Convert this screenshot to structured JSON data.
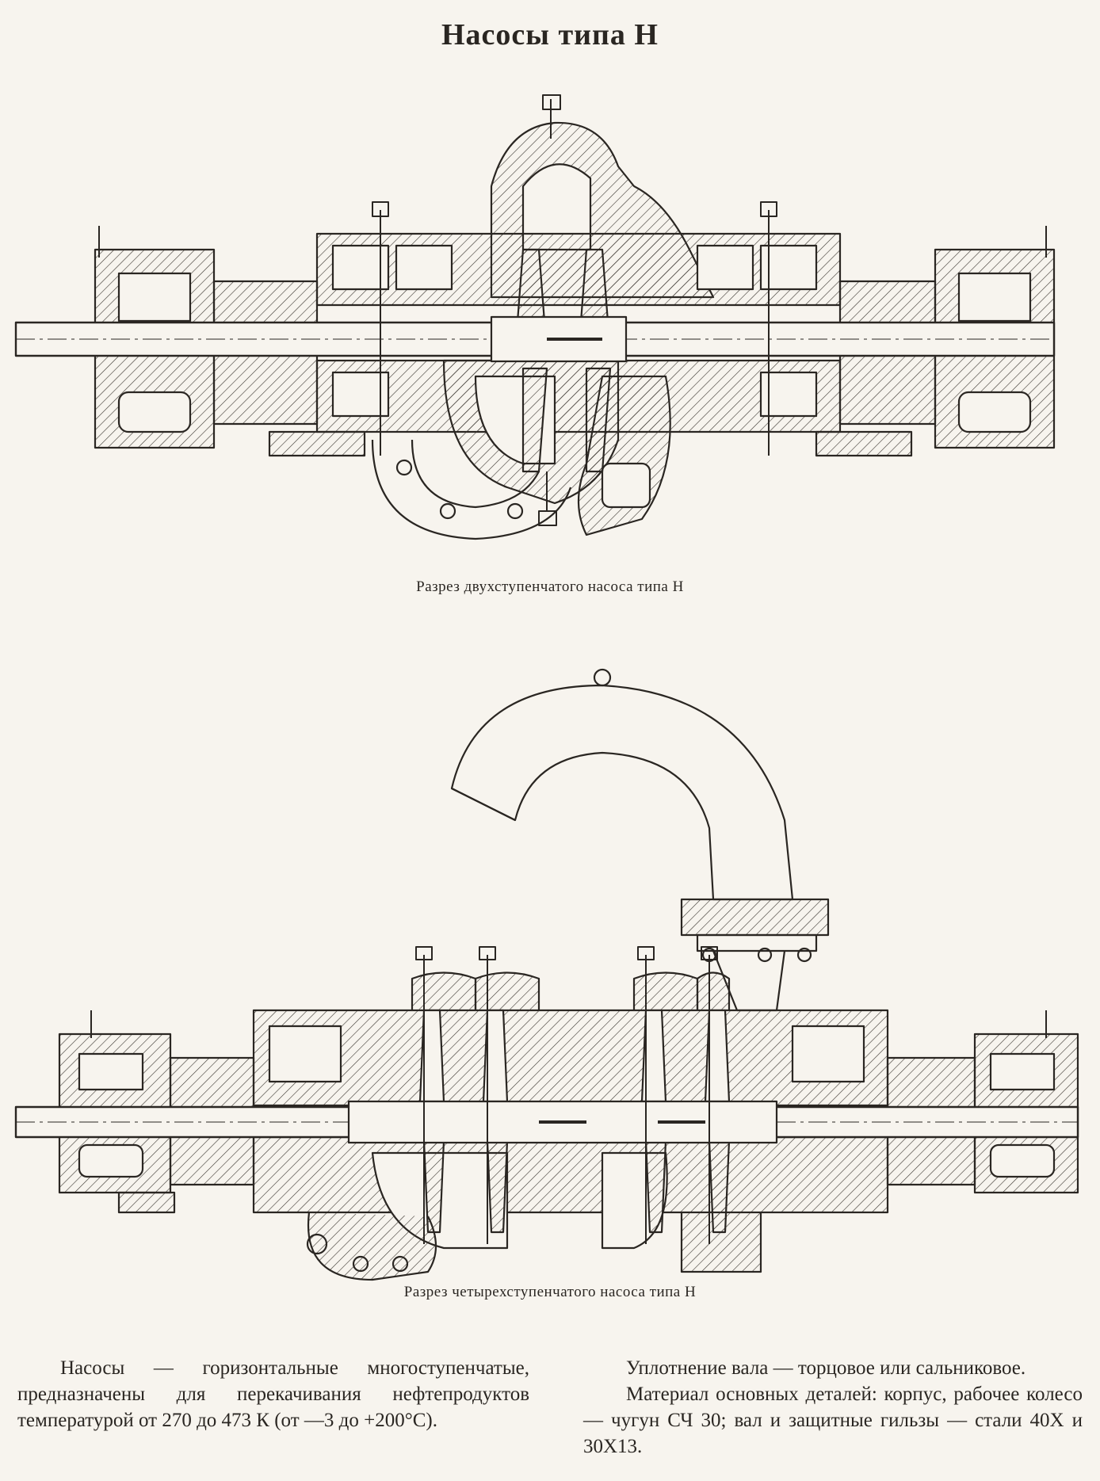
{
  "page": {
    "title": "Насосы типа Н"
  },
  "figures": [
    {
      "caption": "Разрез двухступенчатого насоса типа Н"
    },
    {
      "caption": "Разрез четырехступенчатого насоса типа Н"
    }
  ],
  "text": {
    "left_paragraph": "Насосы — горизонтальные многоступенчатые, предназначены для перекачивания нефтепродуктов температурой от 270 до 473 К (от —3 до +200°С).",
    "right_paragraph_1": "Уплотнение вала — торцовое или сальниковое.",
    "right_paragraph_2": "Материал основных деталей: корпус, рабочее колесо — чугун СЧ 30; вал и защитные гильзы — стали 40Х и 30Х13."
  },
  "colors": {
    "ink": "#2a2622",
    "paper": "#f7f4ee"
  }
}
